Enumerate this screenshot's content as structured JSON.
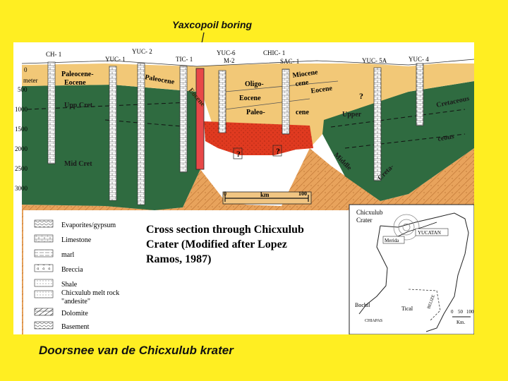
{
  "slide": {
    "annotation": "Yaxcopoil boring",
    "caption": "Doorsnee van de Chicxulub krater"
  },
  "wells": [
    "CH- 1",
    "YUC- 1",
    "YUC- 2",
    "TIC- 1",
    "YUC-6",
    "M-2",
    "CHIC- 1",
    "SAC- 1",
    "YUC- 5A",
    "YUC- 4"
  ],
  "depth_axis": {
    "unit": "meter",
    "ticks": [
      "0",
      "500",
      "1000",
      "1500",
      "2000",
      "2500",
      "3000"
    ]
  },
  "formations": {
    "paleocene_eocene_left": [
      "Paleocene-",
      "Eocene"
    ],
    "paleocene_mid": "Paleocene",
    "eocene_tic": "Eocene",
    "oligocene": "Oligo-",
    "miocene": [
      "Miocene",
      "cene"
    ],
    "eocene_center": "Eocene",
    "eocene_right": "Eocene",
    "paleo_cene": [
      "Paleo-",
      "cene"
    ],
    "upp_cret": "Upp Cret.",
    "mid_cret": "Mid Cret",
    "upper": "Upper",
    "middle": "Middle",
    "creta": "Creta-",
    "cretaceous": [
      "Cretaceous",
      "ceous"
    ],
    "question_mark": "?"
  },
  "scale_bar": {
    "start": "0",
    "unit": "km",
    "end": "100"
  },
  "legend": [
    {
      "label": "Evaporites/gypsum",
      "pattern": "evaporite"
    },
    {
      "label": "Limestone",
      "pattern": "limestone"
    },
    {
      "label": "marl",
      "pattern": "marl"
    },
    {
      "label": "Breccia",
      "pattern": "breccia"
    },
    {
      "label": "Shale",
      "pattern": "shale"
    },
    {
      "label": "Chicxulub melt rock \"andesite\"",
      "pattern": "melt"
    },
    {
      "label": "Dolomite",
      "pattern": "dolomite"
    },
    {
      "label": "Basement",
      "pattern": "basement"
    }
  ],
  "figure_title": "Cross section through Chicxulub Crater (Modified after Lopez Ramos, 1987)",
  "inset_map": {
    "crater_label": "Chicxulub Crater",
    "merida": "Merida",
    "yucatan": "YUCATAN",
    "bochil": "Bochil",
    "tical": "Tical",
    "belize": "BELIZE",
    "chiapas": "CHIAPAS",
    "scale_ticks": [
      "0",
      "50",
      "100"
    ],
    "scale_unit": "Km."
  },
  "colors": {
    "slide_background": "#ffee22",
    "tertiary": "#f2c877",
    "cretaceous": "#2f6b40",
    "basement": "#e8a35c",
    "melt_rock": "#e03a20",
    "yaxcopoil_bar": "#e84848"
  }
}
